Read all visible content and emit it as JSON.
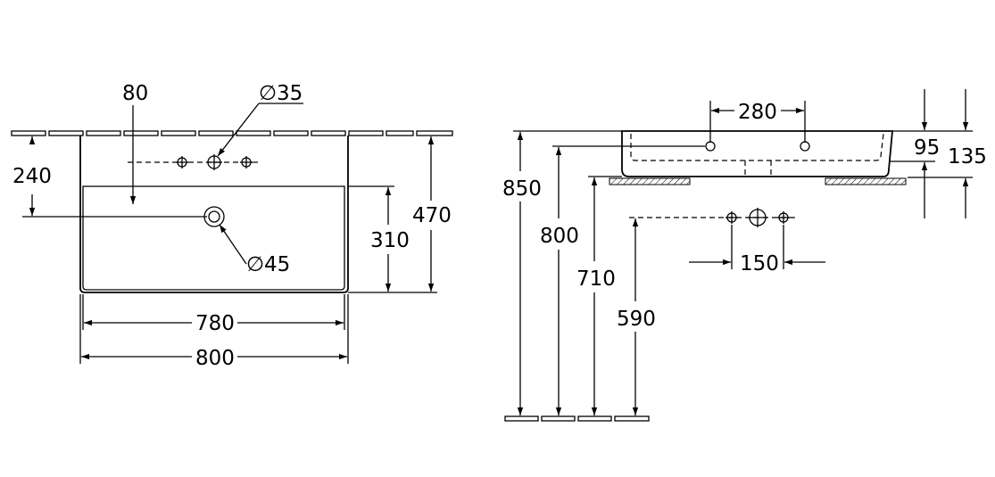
{
  "front_view": {
    "dim_80": "80",
    "dim_d35": "∅35",
    "dim_240": "240",
    "dim_310": "310",
    "dim_470": "470",
    "dim_d45": "∅45",
    "dim_780": "780",
    "dim_800": "800"
  },
  "side_view": {
    "dim_280": "280",
    "dim_95": "95",
    "dim_135": "135",
    "dim_850": "850",
    "dim_800": "800",
    "dim_710": "710",
    "dim_590": "590",
    "dim_150": "150"
  }
}
